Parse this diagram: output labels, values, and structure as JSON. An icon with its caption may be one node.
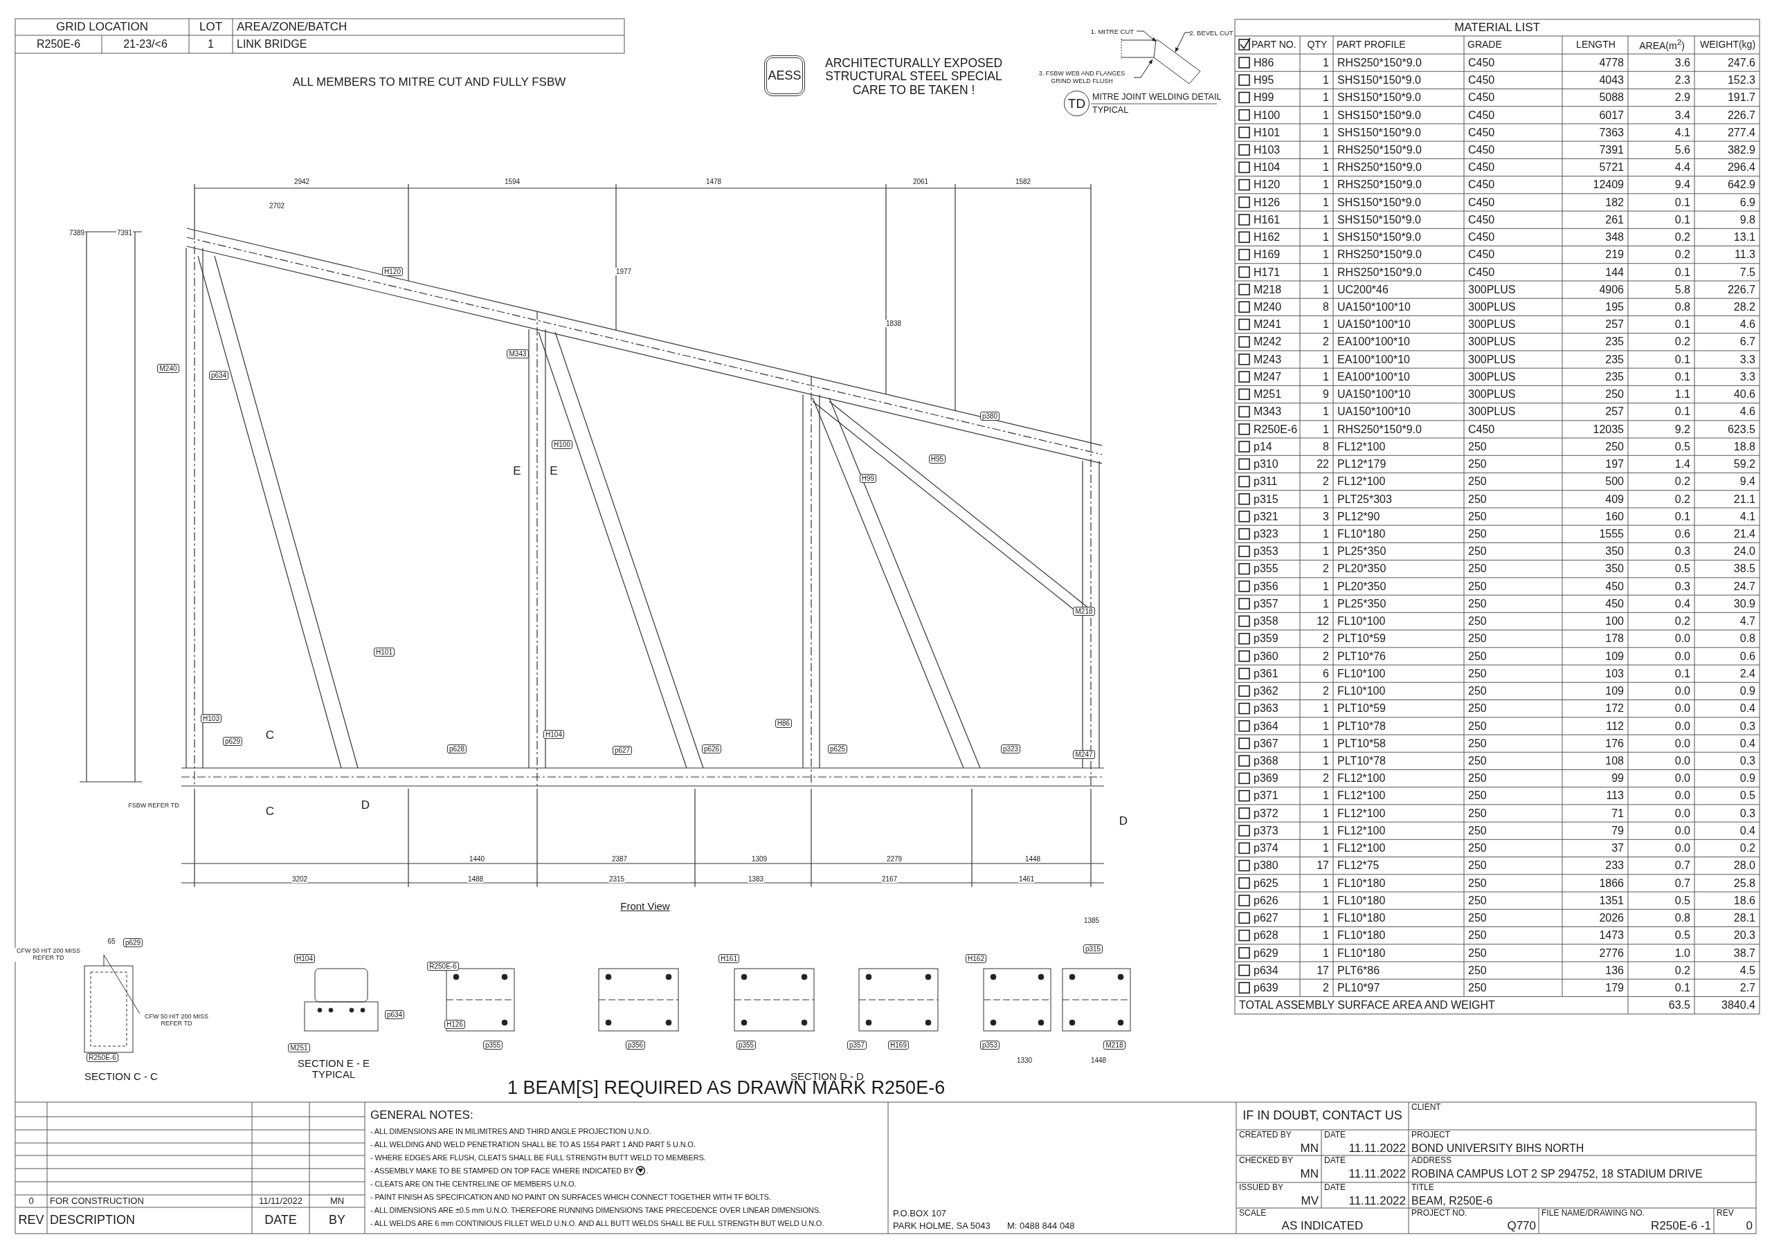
{
  "diagram": {
    "title": "1  BEAM[S] REQUIRED AS DRAWN MARK  R250E-6",
    "nodes": [
      {
        "text": [
          "AESS"
        ]
      },
      {
        "text": [
          "TD"
        ]
      },
      {
        "text": [
          "1. MITRE CUT"
        ]
      },
      {
        "text": [
          "2. BEVEL CUT"
        ]
      },
      {
        "text": [
          "3. FSBW WEB AND FLANGES GRIND WELD FLUSH"
        ]
      }
    ],
    "edges": [
      {
        "from": 2,
        "to": null,
        "arrow": "to"
      },
      {
        "from": 3,
        "to": null,
        "arrow": "to"
      },
      {
        "from": 4,
        "to": null,
        "arrow": "to"
      }
    ],
    "labels": [
      "GRID LOCATION",
      "LOT",
      "AREA/ZONE/BATCH",
      "R250E-6",
      "21-23/<6",
      "1",
      "LINK BRIDGE",
      "ALL MEMBERS TO MITRE CUT AND FULLY FSBW",
      "ARCHITECTURALLY EXPOSED STRUCTURAL STEEL SPECIAL CARE TO BE TAKEN !",
      "MITRE JOINT WELDING DETAIL",
      "TYPICAL",
      "MATERIAL LIST",
      "PART NO.",
      "QTY",
      "PART PROFILE",
      "GRADE",
      "LENGTH",
      "AREA(m$^{2}$)",
      "WEIGHT(kg)",
      "H86",
      "1",
      "RHS250*150*9.0",
      "C450",
      "4778",
      "3.6",
      "247.6",
      "H95",
      "1",
      "SHS150*150*9.0",
      "C450",
      "4043",
      "2.3",
      "152.3",
      "H99",
      "1",
      "SHS150*150*9.0",
      "C450",
      "5088",
      "2.9",
      "191.7",
      "H100",
      "1",
      "SHS150*150*9.0",
      "C450",
      "6017",
      "3.4",
      "226.7",
      "H101",
      "1",
      "SHS150*150*9.0",
      "C450",
      "7363",
      "4.1",
      "277.4",
      "H103",
      "1",
      "RHS250*150*9.0",
      "C450",
      "7391",
      "5.6",
      "382.9",
      "H104",
      "1",
      "RHS250*150*9.0",
      "C450",
      "5721",
      "4.4",
      "296.4",
      "H120",
      "1",
      "RHS250*150*9.0",
      "C450",
      "12409",
      "9.4",
      "642.9",
      "H126",
      "1",
      "SHS150*150*9.0",
      "C450",
      "182",
      "0.1",
      "6.9",
      "H161",
      "1",
      "SHS150*150*9.0",
      "C450",
      "261",
      "0.1",
      "9.8",
      "H162",
      "1",
      "SHS150*150*9.0",
      "C450",
      "348",
      "0.2",
      "13.1",
      "H169",
      "1",
      "RHS250*150*9.0",
      "C450",
      "219",
      "0.2",
      "11.3",
      "H171",
      "1",
      "RHS250*150*9.0",
      "C450",
      "144",
      "0.1",
      "7.5",
      "M218",
      "1",
      "UC200*46",
      "300PLUS",
      "4906",
      "5.8",
      "226.7",
      "M240",
      "8",
      "UA150*100*10",
      "300PLUS",
      "195",
      "0.8",
      "28.2",
      "M241",
      "1",
      "UA150*100*10",
      "300PLUS",
      "257",
      "0.1",
      "4.6",
      "M242",
      "2",
      "EA100*100*10",
      "300PLUS",
      "235",
      "0.2",
      "6.7",
      "M243",
      "1",
      "EA100*100*10",
      "300PLUS",
      "235",
      "0.1",
      "3.3",
      "M247",
      "1",
      "EA100*100*10",
      "300PLUS",
      "235",
      "0.1",
      "3.3",
      "M251",
      "9",
      "UA150*100*10",
      "300PLUS",
      "250",
      "1.1",
      "40.6",
      "M343",
      "1",
      "UA150*100*10",
      "300PLUS",
      "257",
      "0.1",
      "4.6",
      "R250E-6",
      "1",
      "RHS250*150*9.0",
      "C450",
      "12035",
      "9.2",
      "623.5",
      "p14",
      "8",
      "FL12*100",
      "250",
      "250",
      "0.5",
      "18.8",
      "p310",
      "22",
      "PL12*179",
      "250",
      "197",
      "1.4",
      "59.2",
      "p311",
      "2",
      "FL12*100",
      "250",
      "500",
      "0.2",
      "9.4",
      "p315",
      "1",
      "PLT25*303",
      "250",
      "409",
      "0.2",
      "21.1",
      "p321",
      "3",
      "PL12*90",
      "250",
      "160",
      "0.1",
      "4.1",
      "p323",
      "1",
      "FL10*180",
      "250",
      "1555",
      "0.6",
      "21.4",
      "p353",
      "1",
      "PL25*350",
      "250",
      "350",
      "0.3",
      "24.0",
      "p355",
      "2",
      "PL20*350",
      "250",
      "350",
      "0.5",
      "38.5",
      "p356",
      "1",
      "PL20*350",
      "250",
      "450",
      "0.3",
      "24.7",
      "p357",
      "1",
      "PL25*350",
      "250",
      "450",
      "0.4",
      "30.9",
      "p358",
      "12",
      "FL10*100",
      "250",
      "100",
      "0.2",
      "4.7",
      "p359",
      "2",
      "PLT10*59",
      "250",
      "178",
      "0.0",
      "0.8",
      "p360",
      "2",
      "PLT10*76",
      "250",
      "109",
      "0.0",
      "0.6",
      "p361",
      "6",
      "FL10*100",
      "250",
      "103",
      "0.1",
      "2.4",
      "p362",
      "2",
      "FL10*100",
      "250",
      "109",
      "0.0",
      "0.9",
      "p363",
      "1",
      "PLT10*59",
      "250",
      "172",
      "0.0",
      "0.4",
      "p364",
      "1",
      "PLT10*78",
      "250",
      "112",
      "0.0",
      "0.3",
      "p367",
      "1",
      "PLT10*58",
      "250",
      "176",
      "0.0",
      "0.4",
      "p368",
      "1",
      "PLT10*78",
      "250",
      "108",
      "0.0",
      "0.3",
      "p369",
      "2",
      "FL12*100",
      "250",
      "99",
      "0.0",
      "0.9",
      "p371",
      "1",
      "FL12*100",
      "250",
      "113",
      "0.0",
      "0.5",
      "p372",
      "1",
      "FL12*100",
      "250",
      "71",
      "0.0",
      "0.3",
      "p373",
      "1",
      "FL12*100",
      "250",
      "79",
      "0.0",
      "0.4",
      "p374",
      "1",
      "FL12*100",
      "250",
      "37",
      "0.0",
      "0.2",
      "p380",
      "17",
      "FL12*75",
      "250",
      "233",
      "0.7",
      "28.0",
      "p625",
      "1",
      "FL10*180",
      "250",
      "1866",
      "0.7",
      "25.8",
      "p626",
      "1",
      "FL10*180",
      "250",
      "1351",
      "0.5",
      "18.6",
      "p627",
      "1",
      "FL10*180",
      "250",
      "2026",
      "0.8",
      "28.1",
      "p628",
      "1",
      "FL10*180",
      "250",
      "1473",
      "0.5",
      "20.3",
      "p629",
      "1",
      "FL10*180",
      "250",
      "2776",
      "1.0",
      "38.7",
      "p634",
      "17",
      "PLT6*86",
      "250",
      "136",
      "0.2",
      "4.5",
      "p639",
      "2",
      "PL10*97",
      "250",
      "179",
      "0.1",
      "2.7",
      "TOTAL ASSEMBLY SURFACE AREA AND WEIGHT",
      "63.5",
      "3840.4",
      "2942",
      "1594",
      "1478",
      "2061",
      "1582",
      "2702",
      "1977",
      "1838",
      "7389",
      "7391",
      "1440",
      "2387",
      "1309",
      "2279",
      "1448",
      "3202",
      "1488",
      "2315",
      "1383",
      "2167",
      "1461",
      "H120",
      "H101",
      "H103",
      "H100",
      "H104",
      "H99",
      "H95",
      "H86",
      "M218",
      "M240",
      "M343",
      "M247",
      "p634",
      "p629",
      "p628",
      "p627",
      "p626",
      "p625",
      "p323",
      "p380",
      "C",
      "C",
      "D",
      "D",
      "E",
      "E",
      "Front View",
      "SECTION  C - C",
      "SECTION  E - E",
      "TYPICAL",
      "SECTION  D - D",
      "R250E-6",
      "H104",
      "p634",
      "M251",
      "H161",
      "p355",
      "p356",
      "p355",
      "p357",
      "H169",
      "p353",
      "M218",
      "H162",
      "p315",
      "H126",
      "R250E-6",
      "1385",
      "1330",
      "1448",
      "CFW 50 HIT 200 MISS REFER TD",
      "CFW 50 HIT 200 MISS REFER TD",
      "65",
      "p629",
      "FSBW REFER TD",
      "0",
      "FOR CONSTRUCTION",
      "11/11/2022",
      "MN",
      "REV",
      "DESCRIPTION",
      "DATE",
      "BY",
      "GENERAL NOTES:",
      "- ALL DIMENSIONS ARE IN MILIMITRES AND THIRD ANGLE PROJECTION U.N.O.",
      "- ALL WELDING AND WELD PENETRATION SHALL BE TO AS 1554 PART 1 AND PART 5 U.N.O.",
      "- WHERE EDGES ARE FLUSH, CLEATS SHALL BE FULL STRENGTH BUTT WELD TO MEMBERS.",
      "- ASSEMBLY MAKE TO BE STAMPED ON TOP FACE WHERE INDICATED BY",
      ".",
      "- CLEATS ARE ON THE CENTRELINE OF MEMBERS U.N.O.",
      "- PAINT FINISH AS SPECIFICATION AND NO PAINT ON SURFACES WHICH CONNECT TOGETHER WITH TF BOLTS.",
      "- ALL DIMENSIONS ARE ±0.5 mm U.N.O. THEREFORE RUNNING DIMENSIONS TAKE PRECEDENCE OVER LINEAR DIMENSIONS.",
      "- ALL WELDS ARE 6 mm CONTINIOUS FILLET WELD U.N.O. AND ALL BUTT WELDS SHALL BE FULL STRENGTH BUT WELD U.N.O.",
      "P.O.BOX 107",
      "PARK HOLME, SA 5043",
      "M:  0488 844 048",
      "IF IN DOUBT, CONTACT US",
      "CLIENT",
      "CREATED BY",
      "MN",
      "DATE",
      "11.11.2022",
      "PROJECT",
      "BOND UNIVERSITY BIHS NORTH",
      "CHECKED BY",
      "MN",
      "DATE",
      "11.11.2022",
      "ADDRESS",
      "ROBINA CAMPUS LOT 2 SP 294752, 18 STADIUM DRIVE",
      "ISSUED BY",
      "MV",
      "DATE",
      "11.11.2022",
      "TITLE",
      "BEAM, R250E-6",
      "SCALE",
      "AS INDICATED",
      "PROJECT NO.",
      "Q770",
      "FILE NAME/DRAWING NO.",
      "R250E-6 -1",
      "REV",
      "0"
    ]
  }
}
